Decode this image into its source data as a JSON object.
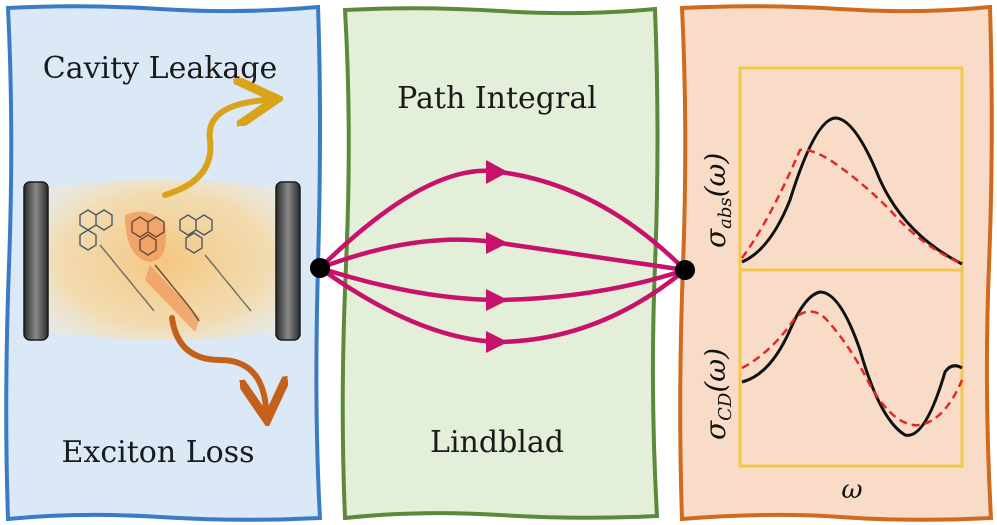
{
  "panels": {
    "left": {
      "top_label": "Cavity Leakage",
      "bottom_label": "Exciton Loss",
      "bg": "#dbe8f6",
      "border": "#3a7bc8"
    },
    "middle": {
      "top_label": "Path Integral",
      "bottom_label": "Lindblad",
      "bg": "#e3efd8",
      "border": "#5a8a3a"
    },
    "right": {
      "bg": "#f9dcc8",
      "border": "#cf6a1f",
      "plot_frame": "#f2c84b",
      "top_ylabel": "σ",
      "top_ylabel_sub": "abs",
      "top_ylabel_arg": "(ω)",
      "bottom_ylabel": "σ",
      "bottom_ylabel_sub": "CD",
      "bottom_ylabel_arg": "(ω)",
      "xlabel": "ω"
    }
  },
  "colors": {
    "paths": "#c8116a",
    "leak_arrow": "#d9a31a",
    "loss_arrow": "#c4601a",
    "mirror": "#4a4a4a",
    "curve_main": "#111111",
    "curve_dashed": "#e02a2a"
  },
  "icons": [
    "mirror-icon",
    "molecule-icon",
    "arrow-icon",
    "node-icon"
  ]
}
